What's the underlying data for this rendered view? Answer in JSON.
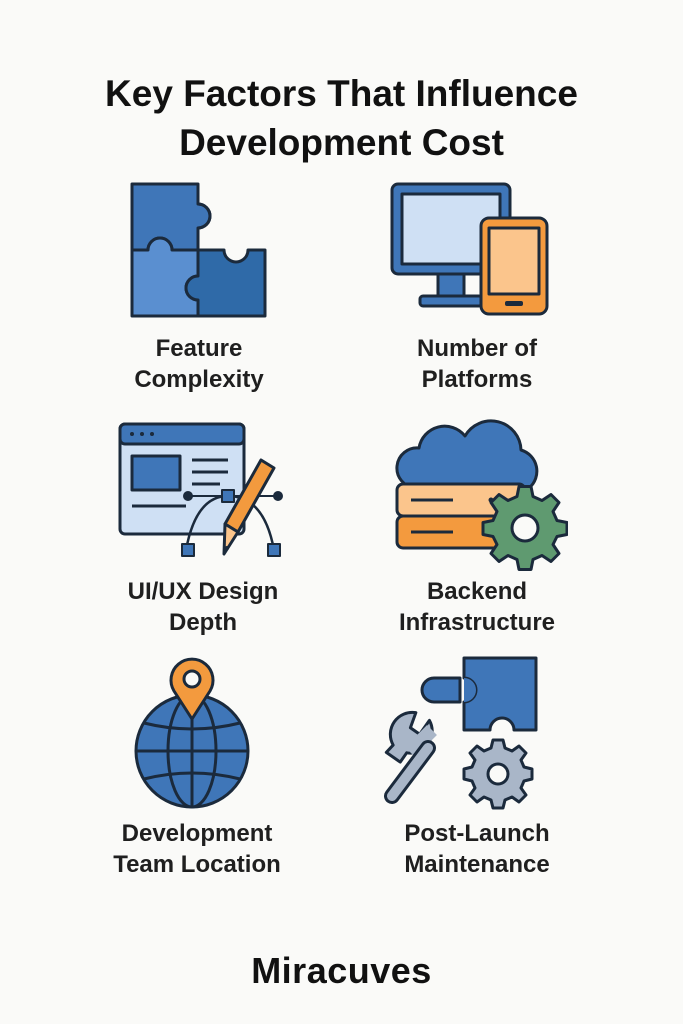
{
  "header": {
    "title_line1": "Key Factors That Influence",
    "title_line2": "Development Cost"
  },
  "factors": [
    {
      "line1": "Feature",
      "line2": "Complexity",
      "icon": "puzzle-icon"
    },
    {
      "line1": "Number of",
      "line2": "Platforms",
      "icon": "devices-icon"
    },
    {
      "line1": "UI/UX Design",
      "line2": "Depth",
      "icon": "design-tool-icon"
    },
    {
      "line1": "Backend",
      "line2": "Infrastructure",
      "icon": "cloud-server-icon"
    },
    {
      "line1": "Development",
      "line2": "Team Location",
      "icon": "globe-pin-icon"
    },
    {
      "line1": "Post-Launch",
      "line2": "Maintenance",
      "icon": "wrench-gear-icon"
    }
  ],
  "colors": {
    "blue": "#3f76b8",
    "light_blue": "#cfe0f4",
    "orange": "#f39a3e",
    "light_orange": "#fbc58c",
    "green": "#5f9a70",
    "gray": "#a9b6c8",
    "outline": "#1b2a3c"
  },
  "footer": {
    "brand": "Miracuves"
  }
}
